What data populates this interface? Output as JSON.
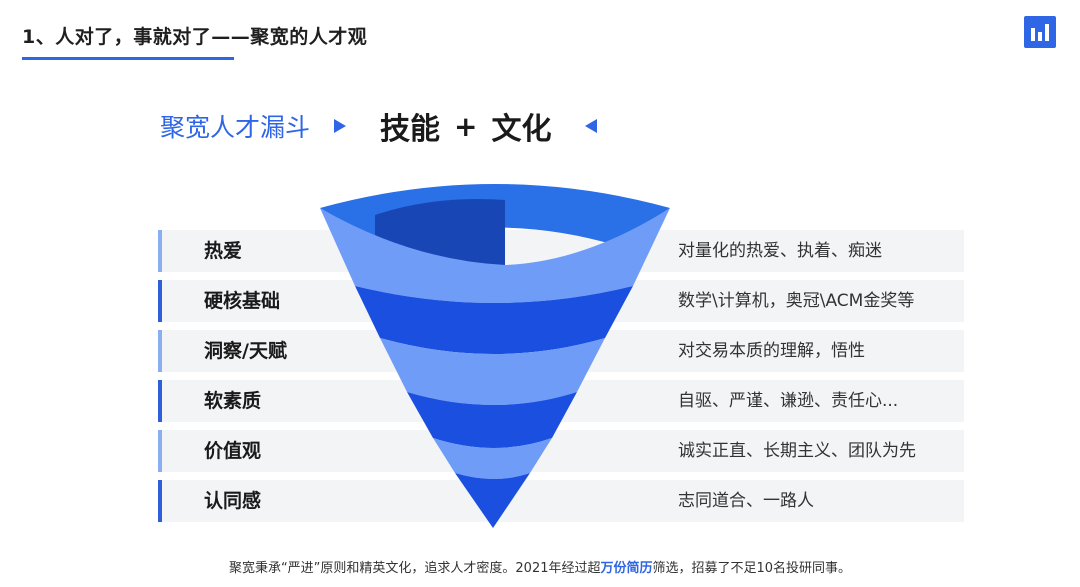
{
  "header": {
    "title": "1、人对了，事就对了——聚宽的人才观"
  },
  "heading": {
    "label": "聚宽人才漏斗",
    "skill": "技能",
    "plus": "+",
    "culture": "文化"
  },
  "rows": [
    {
      "label": "热爱",
      "desc": "对量化的热爱、执着、痴迷"
    },
    {
      "label": "硬核基础",
      "desc": "数学\\计算机，奥冠\\ACM金奖等"
    },
    {
      "label": "洞察/天赋",
      "desc": "对交易本质的理解，悟性"
    },
    {
      "label": "软素质",
      "desc": "自驱、严谨、谦逊、责任心..."
    },
    {
      "label": "价值观",
      "desc": "诚实正直、长期主义、团队为先"
    },
    {
      "label": "认同感",
      "desc": "志同道合、一路人"
    }
  ],
  "footer": {
    "pre": "聚宽秉承“严进”原则和精英文化，追求人才密度。2021年经过超",
    "emphasis": "万份简历",
    "post": "筛选，招募了不足10名投研同事。"
  },
  "colors": {
    "accent": "#2e66e6",
    "bar_light": "#8aaef2",
    "bar_dark": "#2e5fd8",
    "funnel_dark": "#1a4fe0",
    "funnel_light": "#6f9cf6",
    "funnel_rim": "#2a70e6",
    "funnel_inner": "#1847b5",
    "row_bg": "#f3f4f6"
  },
  "icons": {
    "logo": "bar-chart-logo-icon",
    "heading_right": "triangle-right-icon",
    "heading_left": "triangle-left-icon"
  }
}
